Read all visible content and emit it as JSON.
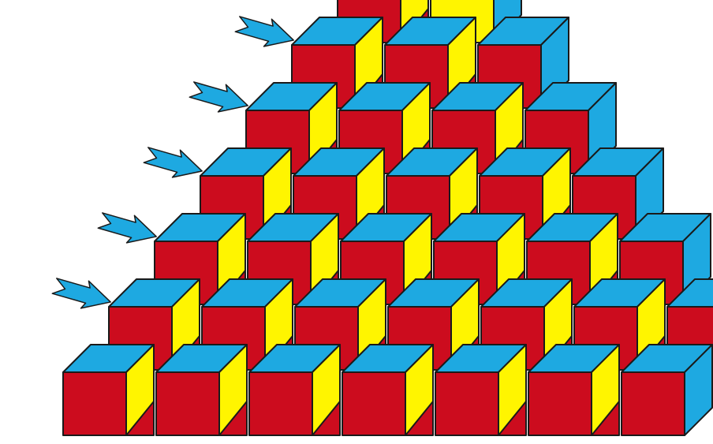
{
  "figure": {
    "rows": [
      {
        "cubes": [
          "red",
          "yellow"
        ],
        "arrow": true
      },
      {
        "cubes": [
          "red",
          "red",
          "red"
        ],
        "arrow": true
      },
      {
        "cubes": [
          "red",
          "red",
          "red",
          "red"
        ],
        "arrow": true
      },
      {
        "cubes": [
          "red",
          "red",
          "red",
          "red",
          "red"
        ],
        "arrow": true
      },
      {
        "cubes": [
          "red",
          "red",
          "red",
          "red",
          "red",
          "red"
        ],
        "arrow": true
      },
      {
        "cubes": [
          "red",
          "red",
          "red",
          "red",
          "red",
          "red",
          "red"
        ],
        "arrow": true
      },
      {
        "cubes": [
          "red",
          "red",
          "red",
          "red",
          "red",
          "red",
          "red"
        ],
        "arrow": false
      }
    ]
  },
  "colors": {
    "cube_front_red": "#CC0C1E",
    "cube_front_yellow": "#FFF500",
    "cube_side_yellow": "#FFF500",
    "cube_top_blue": "#1EA9E1",
    "cube_side_blue": "#1EA9E1",
    "outline": "#1a1a1a",
    "arrow": "#1EA9E1"
  }
}
